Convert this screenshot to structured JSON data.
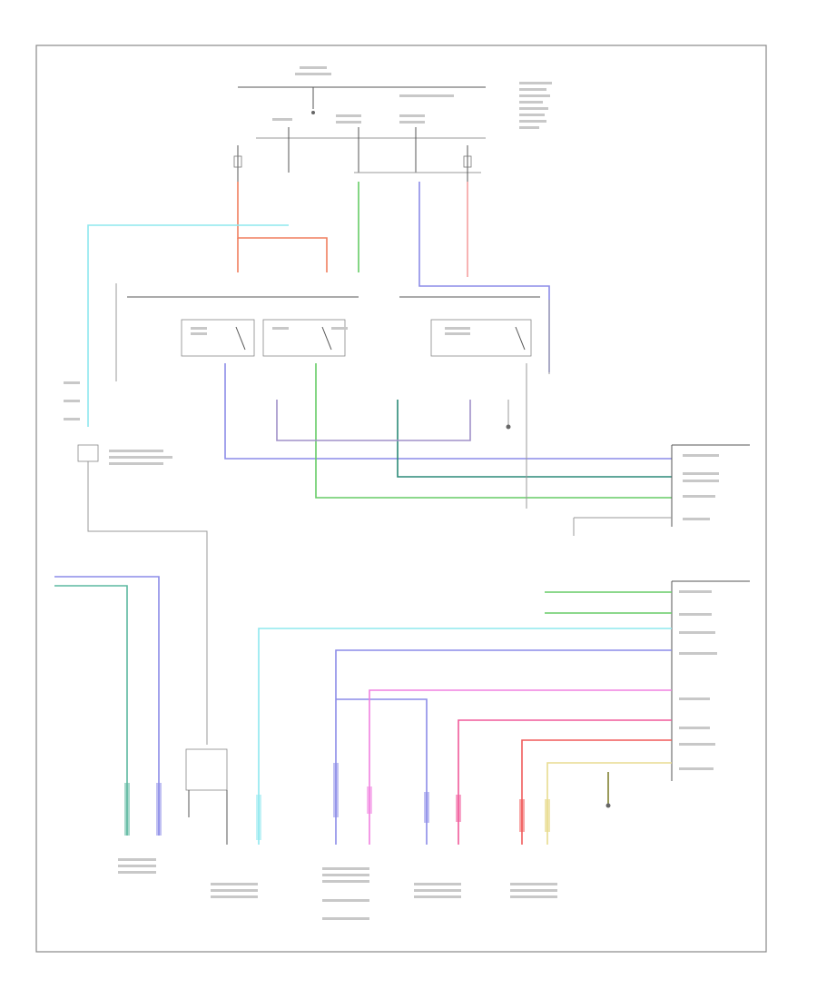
{
  "diagram": {
    "footer_code": "",
    "colors": {
      "red": "#f07e5e",
      "cyan": "#8ee8ee",
      "green": "#66cc66",
      "blue": "#8c8ce8",
      "pink": "#f090c8",
      "teal": "#5cb8a0",
      "magenta": "#f080e0",
      "yellow": "#e8dc90",
      "hot_red": "#f05a5a",
      "gray": "#9a9a9a"
    },
    "components": [
      {
        "id": "blend-door-actuator-top",
        "icon": "connector-icon"
      },
      {
        "id": "ac-hvac-control",
        "icon": "switch-icon"
      },
      {
        "id": "blower-motor-connectors",
        "icon": "connector-icon"
      },
      {
        "id": "temperature-sensors",
        "icon": "sensor-icon"
      },
      {
        "id": "ground-points",
        "icon": "ground-icon"
      }
    ]
  }
}
